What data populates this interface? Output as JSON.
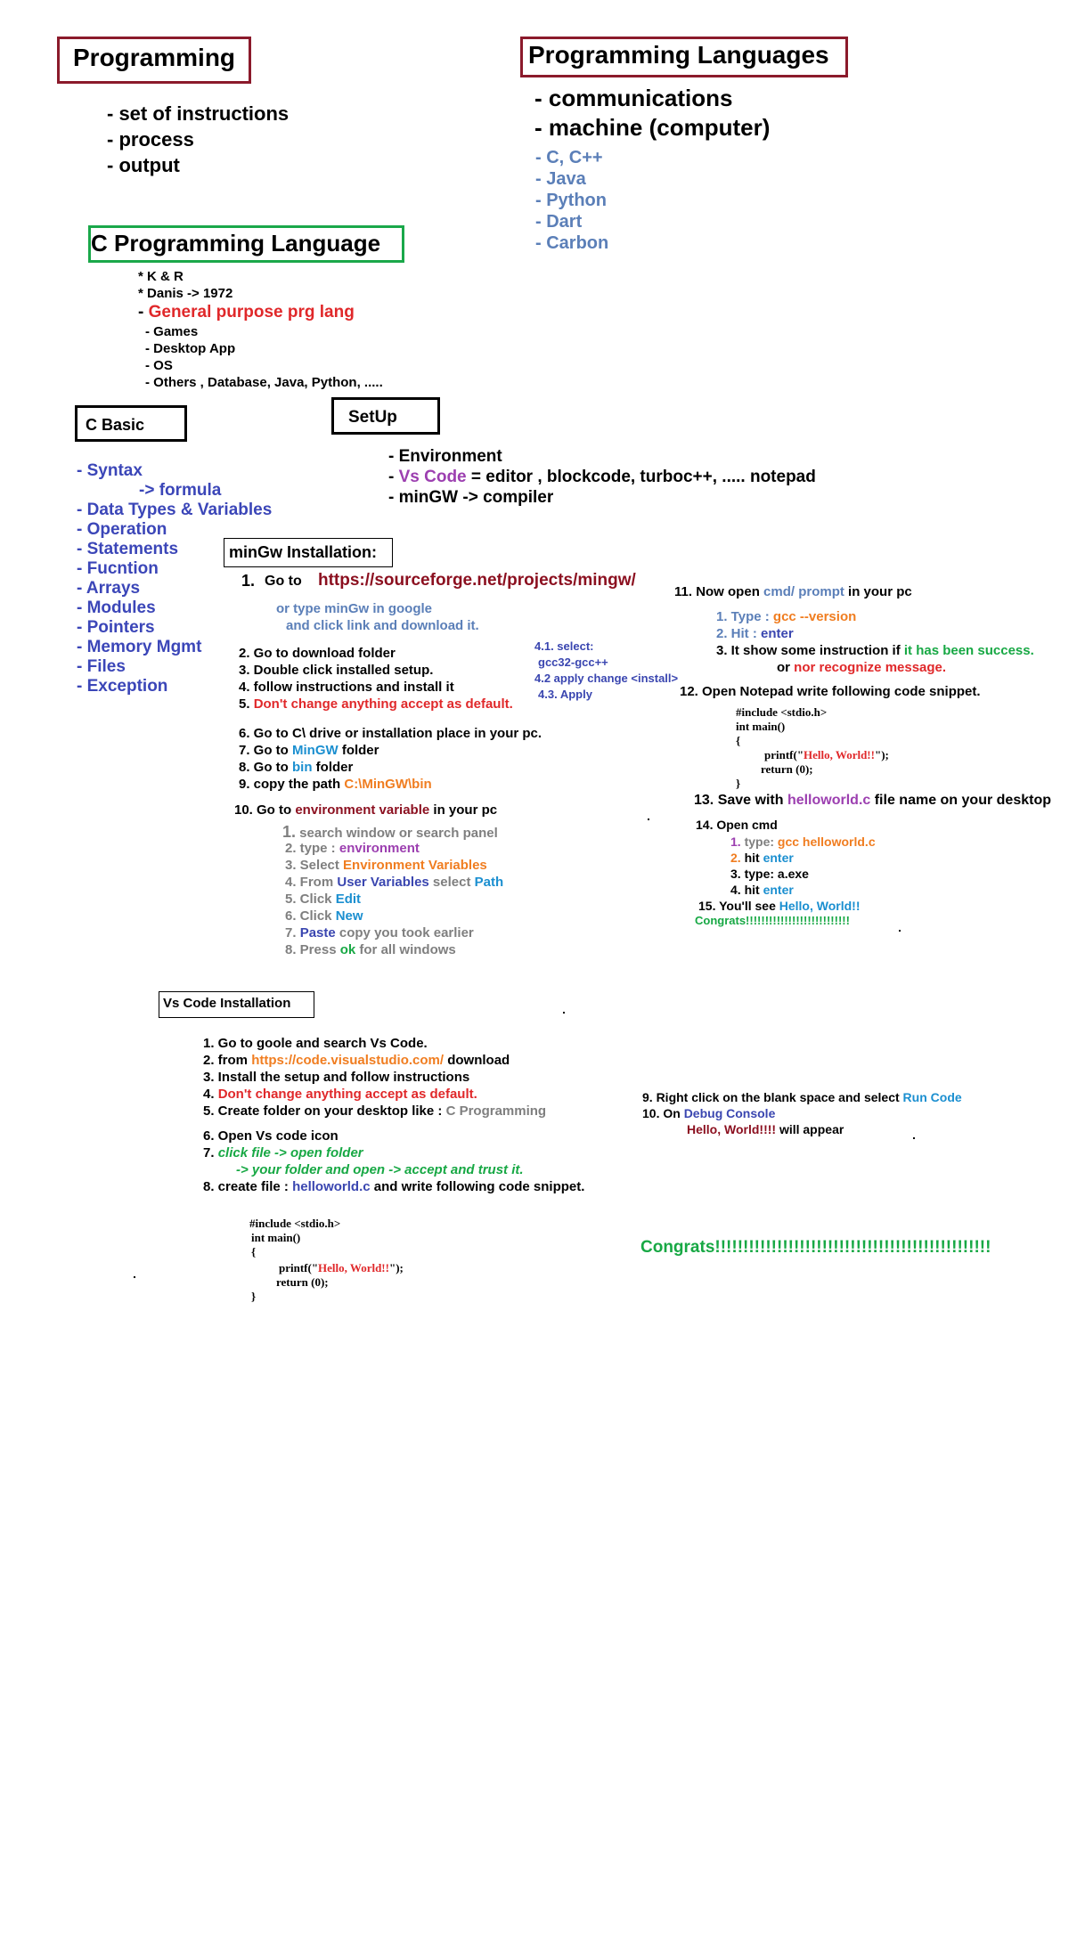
{
  "programming": {
    "title": "Programming",
    "items": [
      "- set of instructions",
      "- process",
      "- output"
    ]
  },
  "languages": {
    "title": "Programming Languages",
    "items": [
      "- communications",
      "- machine (computer)"
    ],
    "langs": [
      "- C, C++",
      "- Java",
      "- Python",
      "- Dart",
      "- Carbon"
    ]
  },
  "c_lang": {
    "title": "C Programming Language",
    "kr": "K & R",
    "danis": "Danis -> 1972",
    "general_prefix": "- ",
    "general": "General purpose prg lang",
    "uses": [
      "- Games",
      "- Desktop App",
      "- OS",
      "- Others , Database, Java, Python, ....."
    ]
  },
  "c_basic": {
    "title": "C  Basic",
    "syntax": "- Syntax",
    "formula": "-> formula",
    "items": [
      "- Data Types & Variables",
      "- Operation",
      "- Statements",
      "- Fucntion",
      "- Arrays",
      "- Modules",
      "- Pointers",
      "- Memory Mgmt",
      "- Files",
      "- Exception"
    ]
  },
  "setup": {
    "title": "SetUp",
    "environment": "- Environment",
    "vs_prefix": "- ",
    "vs_code": "Vs Code",
    "vs_rest": " = editor , blockcode, turboc++, ..... notepad",
    "mingw": "- minGW -> compiler"
  },
  "mingw": {
    "title": "minGw Installation:",
    "s1_num": "1.",
    "s1_goto": "Go to",
    "s1_url": "https://sourceforge.net/projects/mingw/",
    "s1_or": "or type minGw in google",
    "s1_click": "and click link and download it.",
    "s2": "2. Go to download folder",
    "s3": "3.  Double click installed setup.",
    "s4": "4. follow instructions and install it",
    "s5_num": "5. ",
    "s5": "Don't change anything accept as default.",
    "sub41": "4.1. select:",
    "sub41b": "gcc32-gcc++",
    "sub42": "4.2 apply change <install>",
    "sub43": "4.3. Apply",
    "s6": "6. Go to C\\ drive or installation place in your pc.",
    "s7a": "7. Go to ",
    "s7b": "MinGW",
    "s7c": " folder",
    "s8a": "8. Go to ",
    "s8b": "bin",
    "s8c": " folder",
    "s9a": "9. copy the path ",
    "s9b": "C:\\MinGW\\bin",
    "s10a": "10. Go to ",
    "s10b": "environment variable",
    "s10c": " in your pc",
    "e1n": "1.",
    "e1": " search window or search panel",
    "e2a": "2. type : ",
    "e2b": "environment",
    "e3a": "3. Select ",
    "e3b": "Environment Variables",
    "e4a": "4. From ",
    "e4b": "User Variables",
    "e4c": " select ",
    "e4d": "Path",
    "e5a": "5. Click ",
    "e5b": "Edit",
    "e6a": "6. Click ",
    "e6b": "New",
    "e7a": "7. ",
    "e7b": "Paste",
    "e7c": " copy you took earlier",
    "e8a": "8. Press ",
    "e8b": "ok",
    "e8c": " for all windows",
    "s11a": "11. Now open ",
    "s11b": "cmd/ prompt",
    "s11c": " in your pc",
    "c1a": "1. Type : ",
    "c1b": "gcc --version",
    "c2a": "2. Hit : ",
    "c2b": "enter",
    "c3a": "3.  It show some instruction if ",
    "c3b": "it has been success.",
    "c3c": "or ",
    "c3d": "nor recognize message.",
    "s12": "12. Open Notepad write following code snippet.",
    "code": [
      "#include <stdio.h>",
      " int main()",
      "{",
      "printf(\"Hello, World!!\");",
      "return (0);",
      "}"
    ],
    "code_printf_a": "printf(\"",
    "code_printf_b": "Hello, World!!",
    "code_printf_c": "\");",
    "s13a": "13. Save with ",
    "s13b": "helloworld.c",
    "s13c": " file name on your desktop",
    "s14": "14. Open cmd",
    "r1n": "1.",
    "r1a": " type: ",
    "r1b": "gcc helloworld.c",
    "r2n": "2.",
    "r2a": " hit ",
    "r2b": "enter",
    "r3": "3. type: a.exe",
    "r4a": "4. hit ",
    "r4b": "enter",
    "s15a": "15. You'll see  ",
    "s15b": "Hello, World!!",
    "congrats": "Congrats!!!!!!!!!!!!!!!!!!!!!!!!!!!"
  },
  "vscode": {
    "title": "Vs Code Installation",
    "v1": "1. Go to goole  and search Vs Code.",
    "v2a": "2. from ",
    "v2b": "https://code.visualstudio.com/",
    "v2c": " download",
    "v3": "3. Install the setup and follow instructions",
    "v4a": "4. ",
    "v4b": "Don't change anything accept as default.",
    "v5a": "5. Create folder on your desktop like : ",
    "v5b": "C Programming",
    "v6": "6. Open Vs code icon",
    "v7a": "7. ",
    "v7b": "click file -> open folder",
    "v7c": "-> your folder and open -> accept and trust it.",
    "v8a": "8. create file : ",
    "v8b": "helloworld.c",
    "v8c": " and write following code snippet.",
    "v9a": "9. Right click on the blank space and select ",
    "v9b": "Run Code",
    "v10a": "10. On ",
    "v10b": "Debug Console",
    "v10c": "Hello, World!!!!",
    "v10d": " will appear",
    "code_include": "#include <stdio.h>",
    "code_main": " int main()",
    "code_open": "{",
    "code_printf_a": "printf(\"",
    "code_printf_b": "Hello, World!!",
    "code_printf_c": "\");",
    "code_return": "return (0);",
    "code_close": "}",
    "congrats": "Congrats!!!!!!!!!!!!!!!!!!!!!!!!!!!!!!!!!!!!!!!!!!!!!!!!!"
  }
}
